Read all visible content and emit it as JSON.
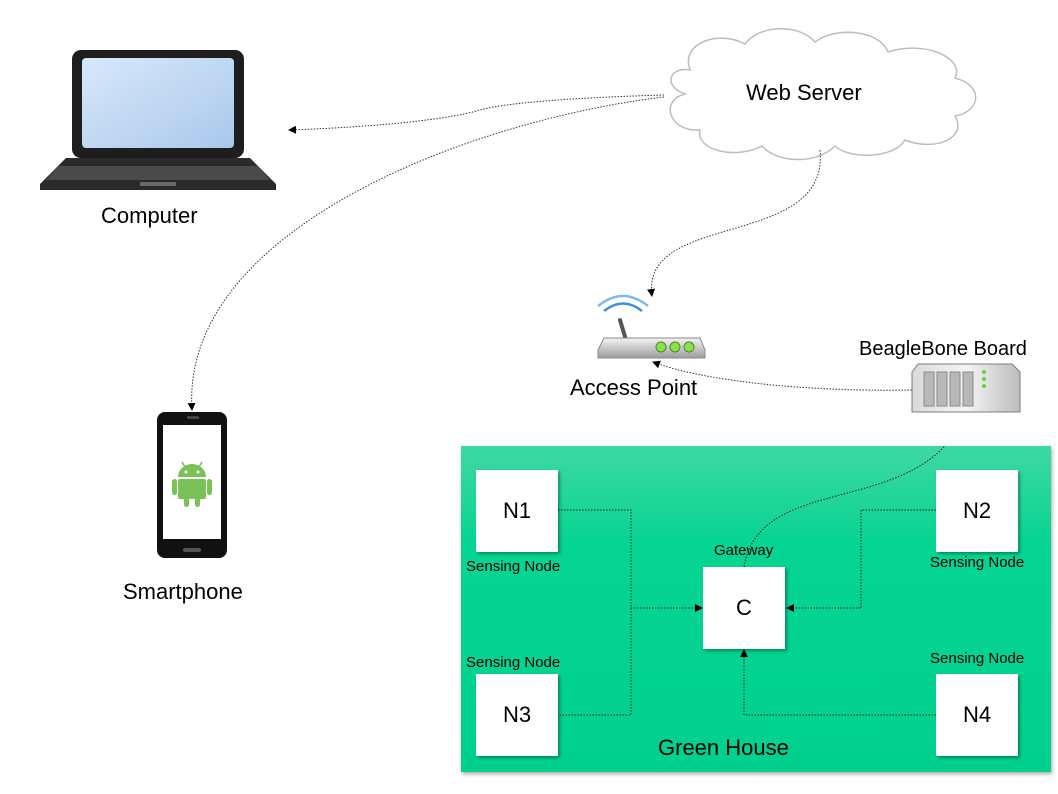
{
  "devices": {
    "computer_label": "Computer",
    "smartphone_label": "Smartphone",
    "web_server_label": "Web Server",
    "access_point_label": "Access Point",
    "beaglebone_label": "BeagleBone Board"
  },
  "greenhouse": {
    "label": "Green House",
    "gateway": {
      "caption": "Gateway",
      "name": "C"
    },
    "nodes": [
      {
        "name": "N1",
        "caption": "Sensing Node"
      },
      {
        "name": "N2",
        "caption": "Sensing Node"
      },
      {
        "name": "N3",
        "caption": "Sensing Node"
      },
      {
        "name": "N4",
        "caption": "Sensing Node"
      }
    ]
  },
  "colors": {
    "greenhouse_fill": "#00d08e",
    "android_green": "#78c257",
    "router_lights": "#8ee04a",
    "wifi_blue": "#3a8fd8",
    "laptop_screen": "#bcd6f2"
  },
  "icons": [
    "laptop-icon",
    "android-phone-icon",
    "cloud-icon",
    "router-icon",
    "server-icon"
  ]
}
